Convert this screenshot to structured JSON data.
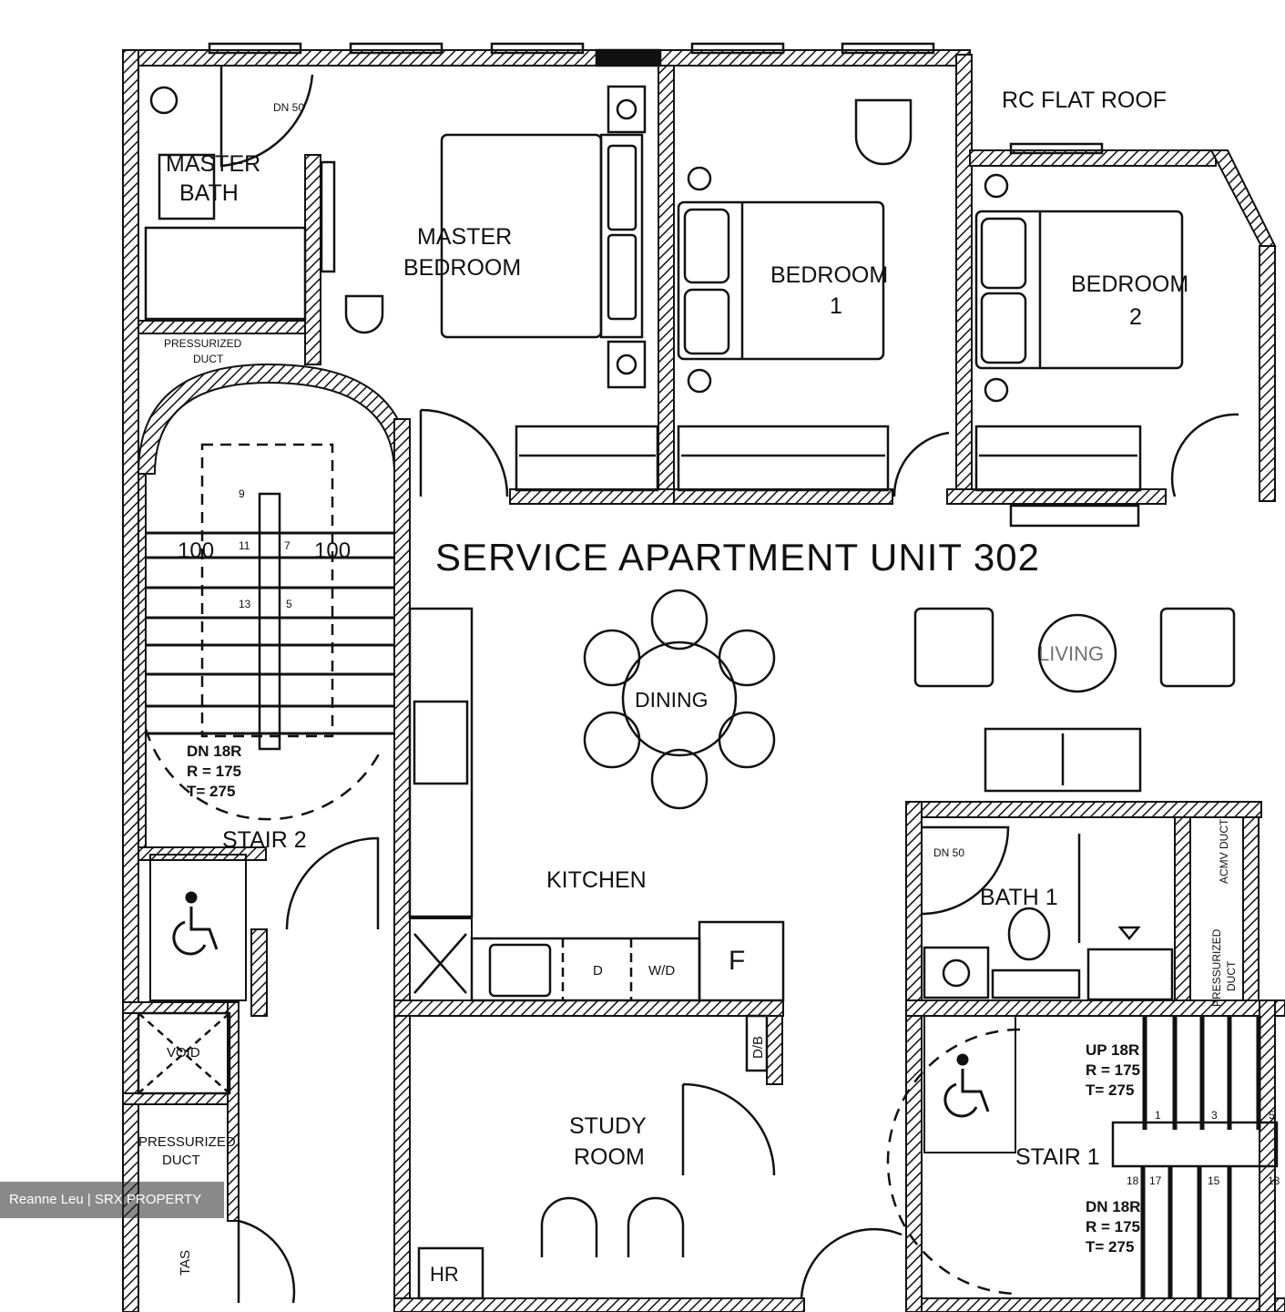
{
  "plan": {
    "title": "SERVICE APARTMENT UNIT 302",
    "rooms": {
      "master_bath": [
        "MASTER",
        "BATH"
      ],
      "master_bedroom": [
        "MASTER",
        "BEDROOM"
      ],
      "bedroom1": [
        "BEDROOM",
        "1"
      ],
      "bedroom2": [
        "BEDROOM",
        "2"
      ],
      "rc_flat_roof": "RC FLAT ROOF",
      "pressurized_duct": [
        "PRESSURIZED",
        "DUCT"
      ],
      "dining": "DINING",
      "living": "LIVING",
      "kitchen": "KITCHEN",
      "stair2": "STAIR 2",
      "stair1": "STAIR 1",
      "bath1": "BATH 1",
      "study": [
        "STUDY",
        "ROOM"
      ],
      "void": "VOID",
      "tas": "TAS",
      "hr": "HR",
      "db": "D/B",
      "fridge": "F",
      "dishwasher": "D",
      "washer_dryer": "W/D",
      "floor_drain": "DN 50",
      "acmv_duct": "ACMV DUCT"
    },
    "stair2": {
      "dn": [
        "DN 18R",
        "R = 175",
        "T= 275"
      ],
      "step_numbers": [
        "9",
        "11",
        "13",
        "7",
        "5"
      ],
      "dims": [
        "100",
        "100"
      ]
    },
    "stair1": {
      "up": [
        "UP 18R",
        "R = 175",
        "T= 275"
      ],
      "dn": [
        "DN 18R",
        "R = 175",
        "T= 275"
      ],
      "step_numbers_top": [
        "1",
        "3",
        "5"
      ],
      "step_numbers_bottom": [
        "18",
        "17",
        "15",
        "13"
      ]
    }
  },
  "watermark": "Reanne Leu | SRX PROPERTY",
  "colors": {
    "line": "#111111",
    "background": "#ffffff"
  }
}
